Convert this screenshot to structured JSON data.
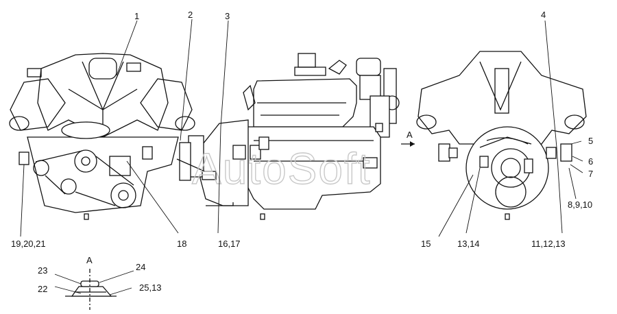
{
  "watermark": "AutoSoft",
  "view_marker": "A",
  "callouts": {
    "c1": "1",
    "c2": "2",
    "c3": "3",
    "c4": "4",
    "c5": "5",
    "c6": "6",
    "c7": "7",
    "c8910": "8,9,10",
    "c111213": "11,12,13",
    "c1314": "13,14",
    "c15": "15",
    "c1617": "16,17",
    "c18": "18",
    "c192021": "19,20,21",
    "c22": "22",
    "c23": "23",
    "c24": "24",
    "c2513": "25,13"
  },
  "detail": {
    "label": "A"
  }
}
